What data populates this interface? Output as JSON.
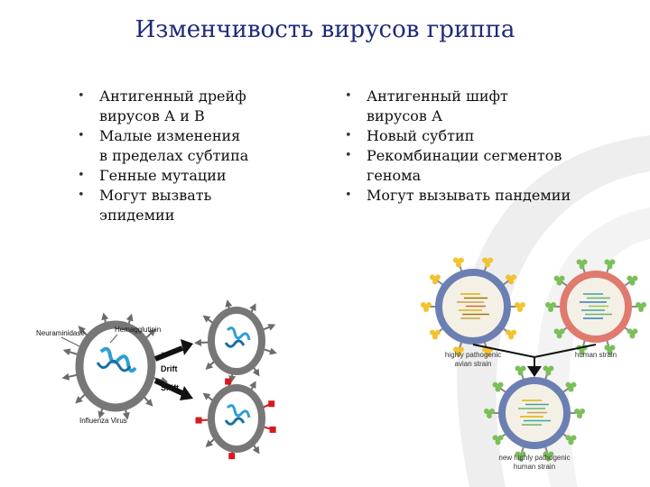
{
  "slide": {
    "title": "Изменчивость вирусов гриппа"
  },
  "left_column": {
    "items": [
      {
        "line1": "Антигенный дрейф",
        "line2": "вирусов А и В"
      },
      {
        "line1": "Малые изменения",
        "line2": "в пределах субтипа"
      },
      {
        "line1": "Генные мутации",
        "line2": ""
      },
      {
        "line1": "Могут вызвать",
        "line2": "эпидемии"
      }
    ]
  },
  "right_column": {
    "items": [
      {
        "line1": "Антигенный шифт",
        "line2": "вирусов А"
      },
      {
        "line1": "Новый субтип",
        "line2": ""
      },
      {
        "line1": "Рекомбинации сегментов",
        "line2": "генома"
      },
      {
        "line1": "Могут вызывать пандемии",
        "line2": ""
      }
    ]
  },
  "drift_shift_figure": {
    "neuraminidase_label": "Neuraminidase",
    "hemagglutinin_label": "Hemagglutinin",
    "virus_label": "Influenza Virus",
    "drift_label": "Drift",
    "shift_label": "Shift",
    "colors": {
      "spike": "#6b6b6b",
      "shift_spike": "#d7191c",
      "rna": "#2e9fd6",
      "membrane": "#888888"
    }
  },
  "reassortment_figure": {
    "avian_label_line1": "highly pathogenic",
    "avian_label_line2": "avian strain",
    "human_label": "human strain",
    "new_label_line1": "new highly pathogenic",
    "new_label_line2": "human strain",
    "colors": {
      "avian_spike": "#f2c230",
      "human_spike": "#7bbf5a",
      "avian_ring": "#6b7fb3",
      "human_ring": "#e07a6e",
      "new_ring": "#6b7fb3"
    }
  }
}
